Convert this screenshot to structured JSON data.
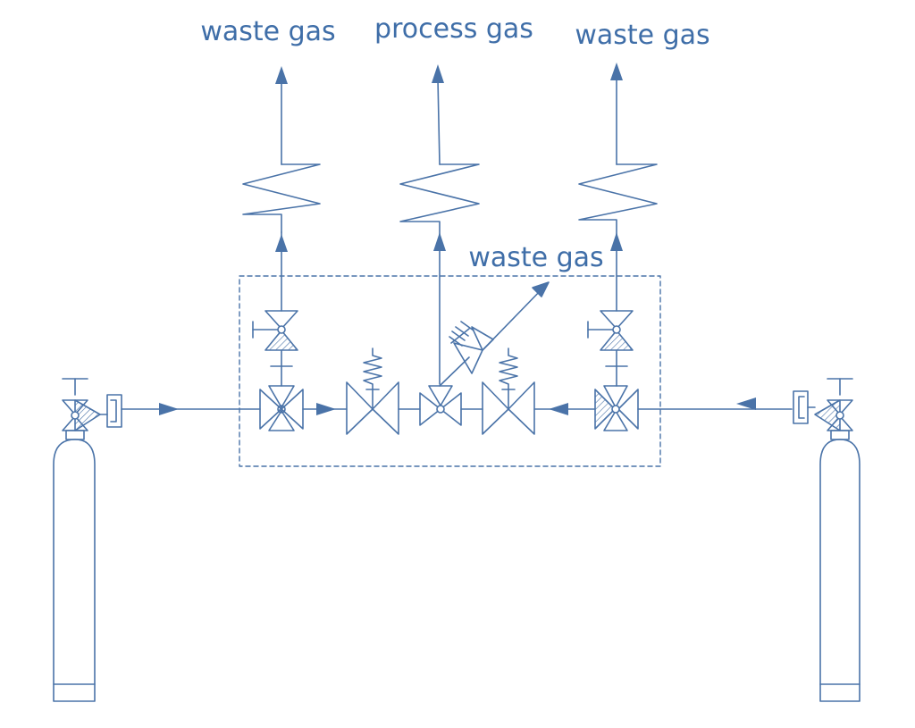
{
  "colors": {
    "line": "#4a73a8",
    "text": "#3f6ea8",
    "background": "#ffffff",
    "hatch": "#4a73a8"
  },
  "labels": {
    "outlet_left": "waste gas",
    "outlet_center": "process gas",
    "outlet_right": "waste gas",
    "relief_vent": "waste gas"
  },
  "components": {
    "cylinders": [
      "cylinder-left",
      "cylinder-right"
    ],
    "cylinder_valves": [
      "cylinder-valve-left",
      "cylinder-valve-right"
    ],
    "manifold_valves": [
      "three-way-valve-left",
      "three-way-valve-right",
      "outlet-valve-center"
    ],
    "purge_valves": [
      "purge-valve-left",
      "purge-valve-right"
    ],
    "regulators": [
      "pressure-regulator-left",
      "pressure-regulator-right"
    ],
    "relief": "relief-valve",
    "coils": [
      "coil-left",
      "coil-center",
      "coil-right"
    ],
    "enclosure": "manifold-panel-boundary"
  }
}
